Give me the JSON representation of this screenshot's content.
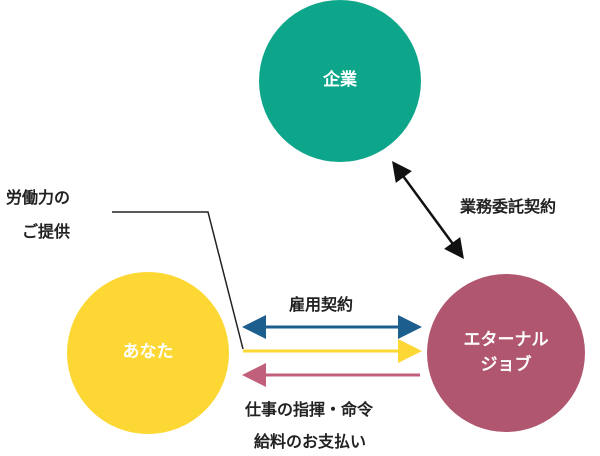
{
  "nodes": {
    "company": {
      "label": "企業",
      "color": "#0ea68b"
    },
    "you": {
      "label": "あなた",
      "color": "#fdd733"
    },
    "eternal": {
      "line1": "エターナル",
      "line2": "ジョブ",
      "color": "#b0566f"
    }
  },
  "labels": {
    "labor_line1": "労働力の",
    "labor_line2": "ご提供",
    "outsourcing_contract": "業務委託契約",
    "employment_contract": "雇用契約",
    "direction_line1": "仕事の指揮・命令",
    "direction_line2": "給料のお支払い"
  },
  "colors": {
    "employment_arrow": "#1c5f8f",
    "labor_arrow": "#fdd733",
    "direction_arrow": "#c0607a",
    "outsourcing_arrow": "#111111"
  }
}
